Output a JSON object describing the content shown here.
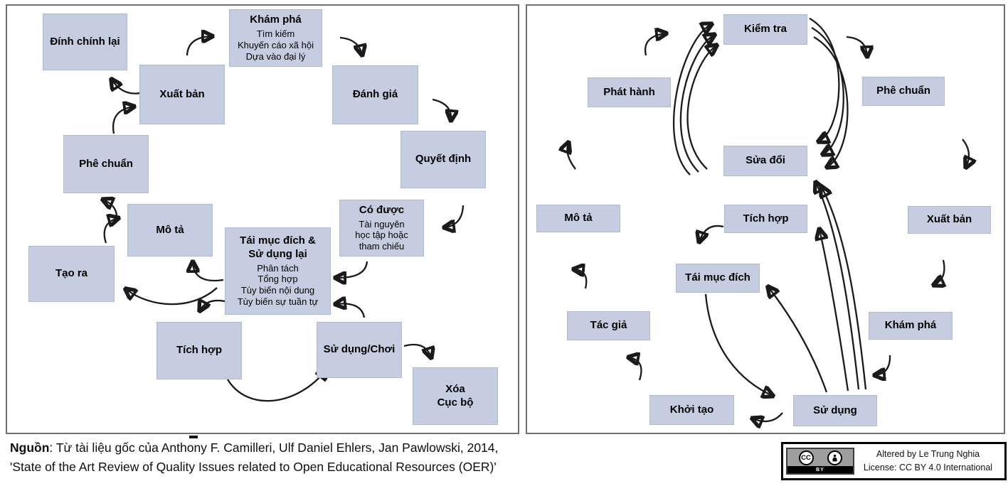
{
  "colors": {
    "node_fill": "#c7cde0",
    "panel_border": "#6f6f6f",
    "arrow": "#1a1a1a"
  },
  "left_panel": {
    "nodes": [
      {
        "id": "dinh-chinh-lai",
        "title": "Đính chính lại"
      },
      {
        "id": "kham-pha",
        "title": "Khám phá",
        "sub": "Tìm kiếm\nKhuyến cáo xã hội\nDựa vào đại lý"
      },
      {
        "id": "xuat-ban",
        "title": "Xuất bản"
      },
      {
        "id": "danh-gia",
        "title": "Đánh giá"
      },
      {
        "id": "phe-chuan",
        "title": "Phê chuẩn"
      },
      {
        "id": "quyet-dinh",
        "title": "Quyết định"
      },
      {
        "id": "mo-ta",
        "title": "Mô tả"
      },
      {
        "id": "co-duoc",
        "title": "Có được",
        "sub": "Tài nguyên\nhọc tập hoặc\ntham chiếu"
      },
      {
        "id": "tai-muc-dich-su-dung-lai",
        "title": "Tái mục đích &\nSử dụng lại",
        "sub": "Phân tách\nTổng hợp\nTùy biến nội dung\nTùy biến sự tuần tự"
      },
      {
        "id": "tao-ra",
        "title": "Tạo ra"
      },
      {
        "id": "tich-hop",
        "title": "Tích hợp"
      },
      {
        "id": "su-dung-choi",
        "title": "Sử dụng/Chơi"
      },
      {
        "id": "xoa-cuc-bo",
        "title": "Xóa\nCục bộ"
      }
    ],
    "edges": [
      [
        "xuat-ban",
        "kham-pha"
      ],
      [
        "kham-pha",
        "danh-gia"
      ],
      [
        "danh-gia",
        "quyet-dinh"
      ],
      [
        "quyet-dinh",
        "co-duoc"
      ],
      [
        "co-duoc",
        "tai-muc-dich-su-dung-lai"
      ],
      [
        "su-dung-choi",
        "tai-muc-dich-su-dung-lai"
      ],
      [
        "tai-muc-dich-su-dung-lai",
        "mo-ta"
      ],
      [
        "tai-muc-dich-su-dung-lai",
        "tao-ra"
      ],
      [
        "tai-muc-dich-su-dung-lai",
        "tich-hop"
      ],
      [
        "tao-ra",
        "mo-ta"
      ],
      [
        "mo-ta",
        "phe-chuan"
      ],
      [
        "phe-chuan",
        "xuat-ban"
      ],
      [
        "xuat-ban",
        "dinh-chinh-lai"
      ],
      [
        "tich-hop",
        "su-dung-choi"
      ],
      [
        "su-dung-choi",
        "xoa-cuc-bo"
      ]
    ]
  },
  "right_panel": {
    "nodes": [
      {
        "id": "kiem-tra",
        "title": "Kiểm tra"
      },
      {
        "id": "phat-hanh",
        "title": "Phát hành"
      },
      {
        "id": "phe-chuan",
        "title": "Phê chuẩn"
      },
      {
        "id": "sua-doi",
        "title": "Sửa đổi"
      },
      {
        "id": "mo-ta",
        "title": "Mô tả"
      },
      {
        "id": "tich-hop",
        "title": "Tích hợp"
      },
      {
        "id": "xuat-ban",
        "title": "Xuất bản"
      },
      {
        "id": "tai-muc-dich",
        "title": "Tái mục đích"
      },
      {
        "id": "tac-gia",
        "title": "Tác giả"
      },
      {
        "id": "kham-pha",
        "title": "Khám phá"
      },
      {
        "id": "khoi-tao",
        "title": "Khởi tạo"
      },
      {
        "id": "su-dung",
        "title": "Sử dụng"
      }
    ],
    "edges": [
      [
        "phat-hanh",
        "kiem-tra"
      ],
      [
        "kiem-tra",
        "phe-chuan"
      ],
      [
        "phe-chuan",
        "xuat-ban"
      ],
      [
        "xuat-ban",
        "kham-pha"
      ],
      [
        "kham-pha",
        "su-dung"
      ],
      [
        "su-dung",
        "khoi-tao"
      ],
      [
        "khoi-tao",
        "tac-gia"
      ],
      [
        "tac-gia",
        "mo-ta"
      ],
      [
        "mo-ta",
        "phat-hanh"
      ],
      [
        "tich-hop",
        "tai-muc-dich"
      ],
      [
        "tai-muc-dich",
        "su-dung"
      ],
      [
        "su-dung",
        "tai-muc-dich"
      ],
      [
        "su-dung",
        "tich-hop"
      ],
      [
        "su-dung",
        "sua-doi"
      ],
      [
        "sua-doi",
        "kiem-tra"
      ],
      [
        "sua-doi",
        "kiem-tra"
      ],
      [
        "sua-doi",
        "kiem-tra"
      ],
      [
        "kiem-tra",
        "sua-doi"
      ],
      [
        "kiem-tra",
        "sua-doi"
      ],
      [
        "kiem-tra",
        "sua-doi"
      ]
    ]
  },
  "source_note": {
    "line1_label": "Nguồn",
    "line1_text": ": Từ tài liệu gốc của Anthony F. Camilleri, Ulf Daniel Ehlers, Jan Pawlowski, 2014,",
    "line2": "'State of the Art Review of Quality Issues related to Open Educational Resources (OER)'"
  },
  "license_badge": {
    "cc_label": "CC",
    "by_label": "BY",
    "line1": "Altered by Le Trung Nghia",
    "line2": "License: CC BY 4.0 International"
  }
}
